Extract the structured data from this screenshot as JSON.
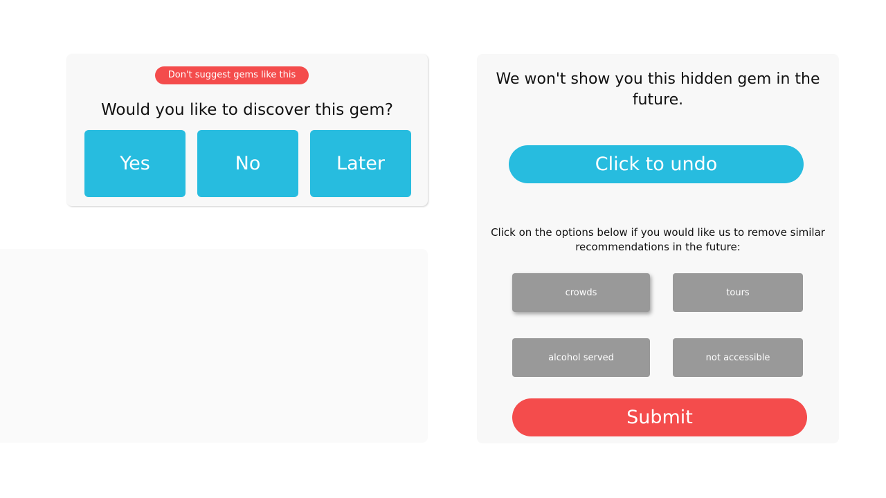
{
  "discover_card": {
    "dismiss_label": "Don't suggest gems like this",
    "question": "Would you like to discover this gem?",
    "choices": {
      "yes": "Yes",
      "no": "No",
      "later": "Later"
    }
  },
  "feedback_card": {
    "notice": "We won't show you this hidden gem in the future.",
    "undo_label": "Click to undo",
    "instructions": "Click on the options below if you would like us to remove similar recommendations in the future:",
    "tags": [
      "crowds",
      "tours",
      "alcohol served",
      "not accessible"
    ],
    "submit_label": "Submit"
  },
  "colors": {
    "primary": "#27bcdf",
    "danger": "#f44c4c",
    "tag_gray": "#999999",
    "card_bg": "#f8f8f8"
  }
}
